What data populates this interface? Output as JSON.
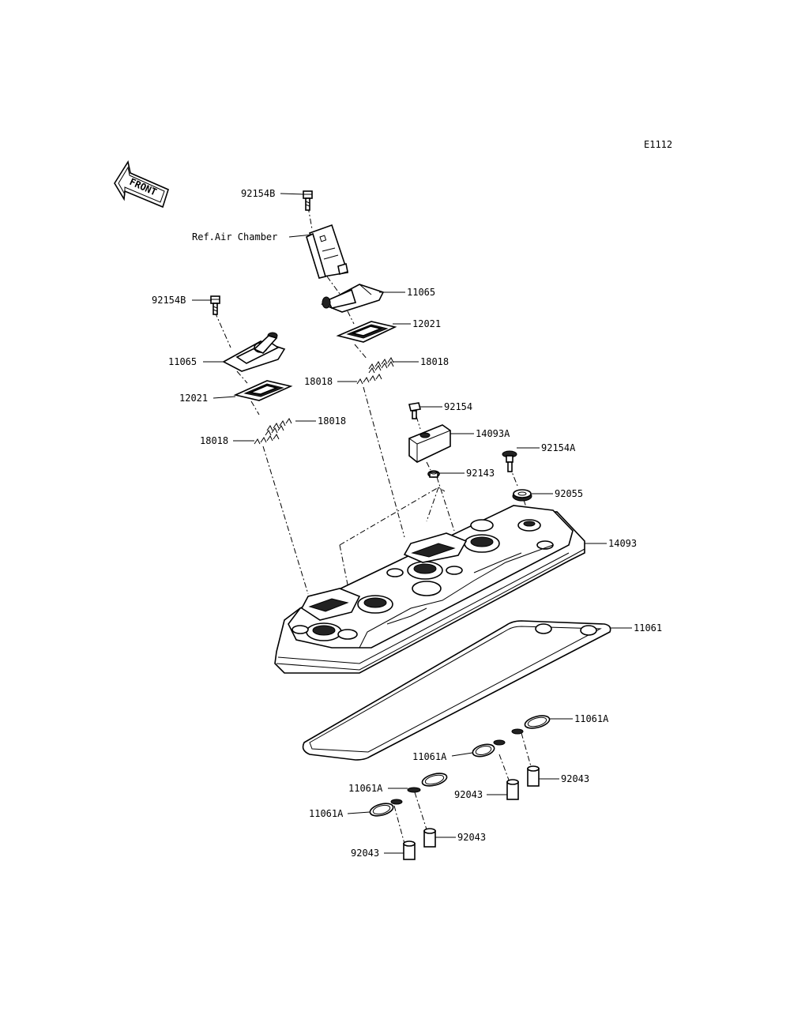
{
  "diagram_code": "E1112",
  "front_label": "FRONT",
  "labels": {
    "bolt_top": "92154B",
    "ref_air_chamber": "Ref.Air Chamber",
    "cover_upper": "11065",
    "gasket_upper": "12021",
    "clamp_upper_a": "18018",
    "clamp_upper_b": "18018",
    "bolt_left": "92154B",
    "cover_left": "11065",
    "gasket_left": "12021",
    "clamp_left_a": "18018",
    "clamp_left_b": "18018",
    "bolt_92154": "92154",
    "bracket": "14093A",
    "grommet": "92143",
    "bolt_92154a": "92154A",
    "washer": "92055",
    "cylinder_head_cover": "14093",
    "gasket_head_cover": "11061",
    "oring_1": "11061A",
    "oring_2": "11061A",
    "oring_3": "11061A",
    "oring_4": "11061A",
    "collar_1": "92043",
    "collar_2": "92043",
    "collar_3": "92043",
    "collar_4": "92043"
  }
}
